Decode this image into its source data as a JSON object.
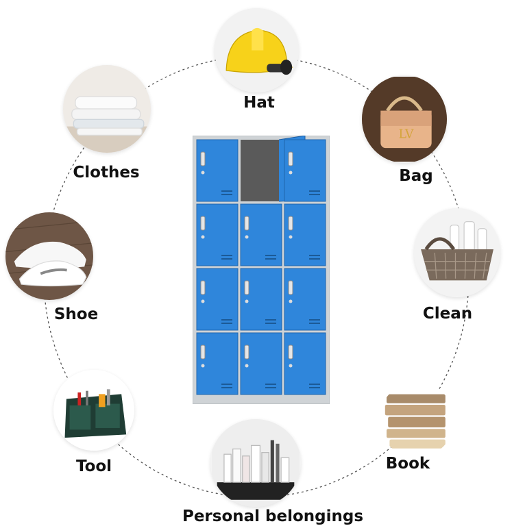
{
  "categories": [
    {
      "id": "hat",
      "label": "Hat",
      "icon": "hard-hat-icon"
    },
    {
      "id": "bag",
      "label": "Bag",
      "icon": "handbag-icon"
    },
    {
      "id": "clean",
      "label": "Clean",
      "icon": "cleaning-basket-icon"
    },
    {
      "id": "book",
      "label": "Book",
      "icon": "book-stack-icon"
    },
    {
      "id": "personal",
      "label": "Personal belongings",
      "icon": "toiletries-icon"
    },
    {
      "id": "tool",
      "label": "Tool",
      "icon": "tool-bag-icon"
    },
    {
      "id": "shoe",
      "label": "Shoe",
      "icon": "sneakers-icon"
    },
    {
      "id": "clothes",
      "label": "Clothes",
      "icon": "folded-clothes-icon"
    }
  ],
  "cabinet": {
    "columns": 3,
    "rows": 4,
    "open_door": "row-1-col-2",
    "colors": {
      "door": "#2f86db",
      "frame": "#c9cdd1",
      "interior": "#5a5a5a"
    }
  },
  "colors": {
    "ring": "#555555",
    "label": "#111111"
  }
}
